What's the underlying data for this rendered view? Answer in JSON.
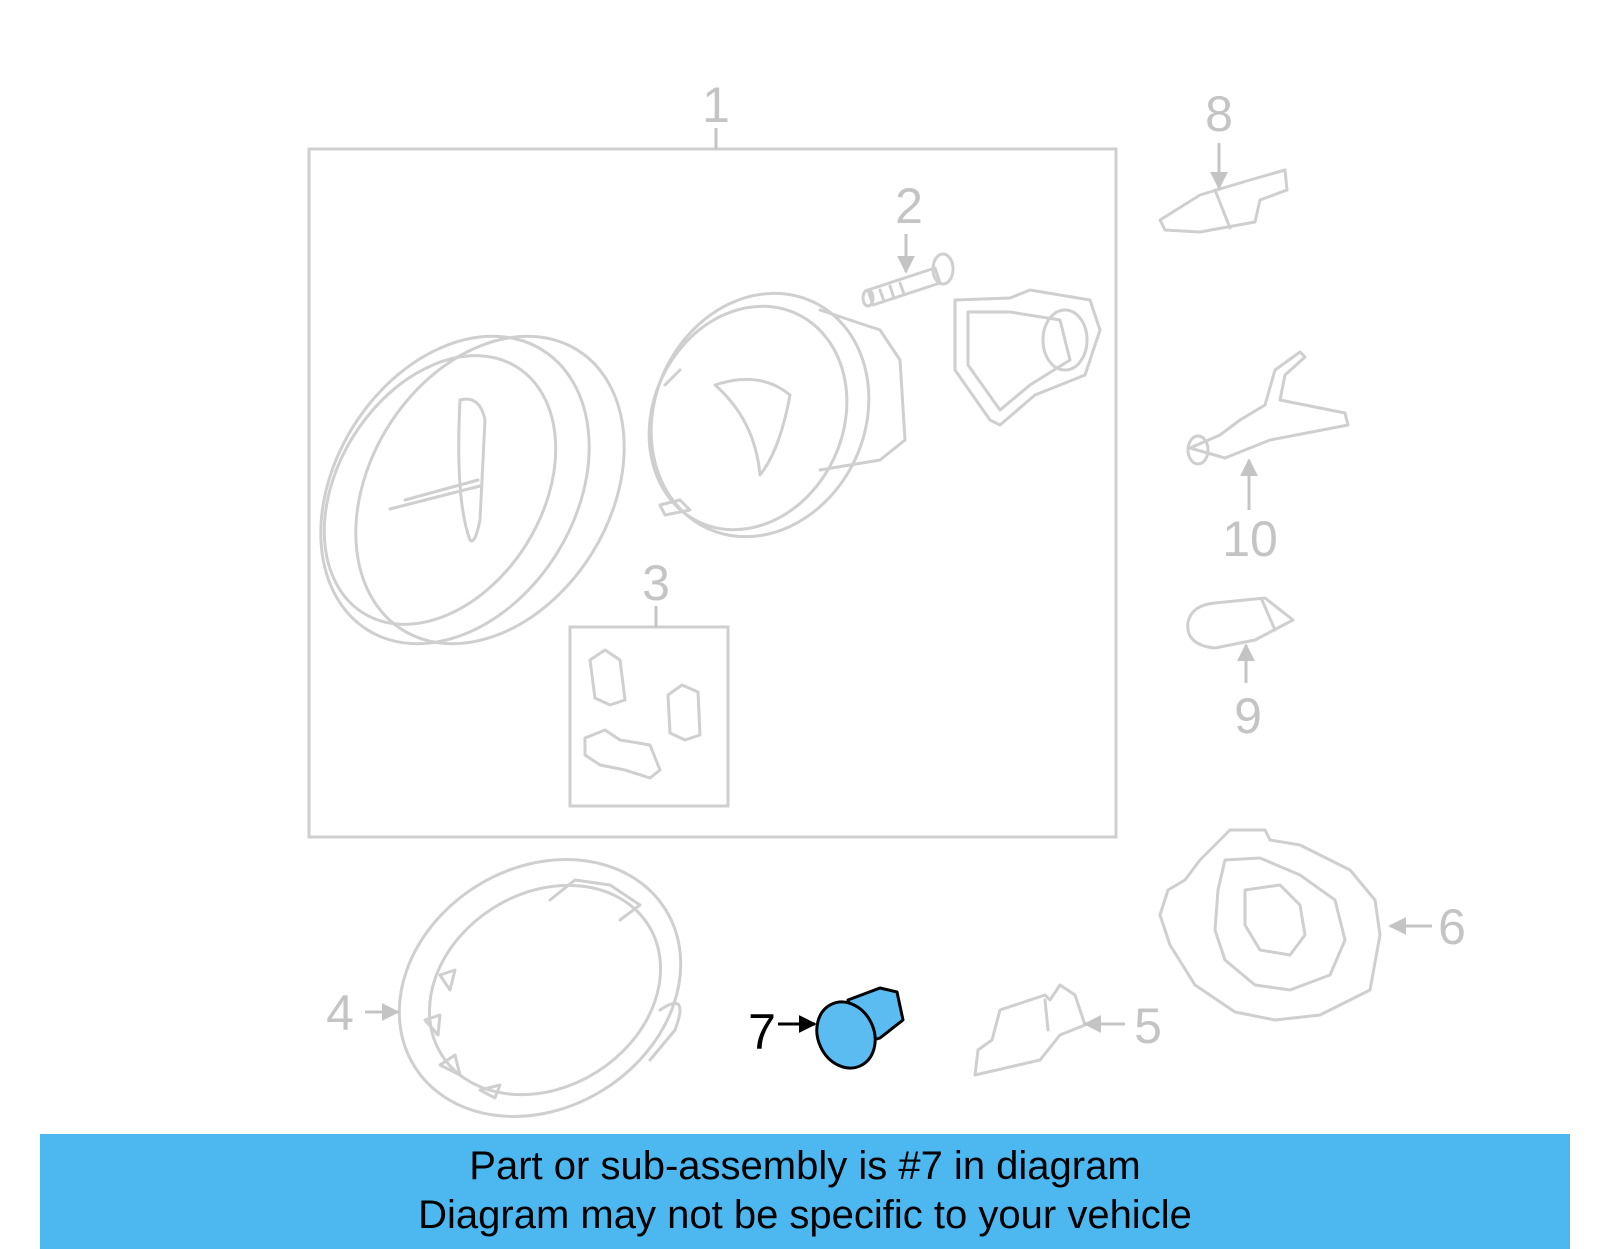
{
  "callouts": {
    "c1": "1",
    "c2": "2",
    "c3": "3",
    "c4": "4",
    "c5": "5",
    "c6": "6",
    "c7": "7",
    "c8": "8",
    "c9": "9",
    "c10": "10"
  },
  "selected_part": "7",
  "colors": {
    "highlight": "#5bbcf2",
    "banner": "#4db8f0",
    "line_gray": "#cfcfcf",
    "label_gray": "#c4c4c4"
  },
  "banner": {
    "line1": "Part or sub-assembly is #7 in diagram",
    "line2": "Diagram may not be specific to your vehicle"
  }
}
